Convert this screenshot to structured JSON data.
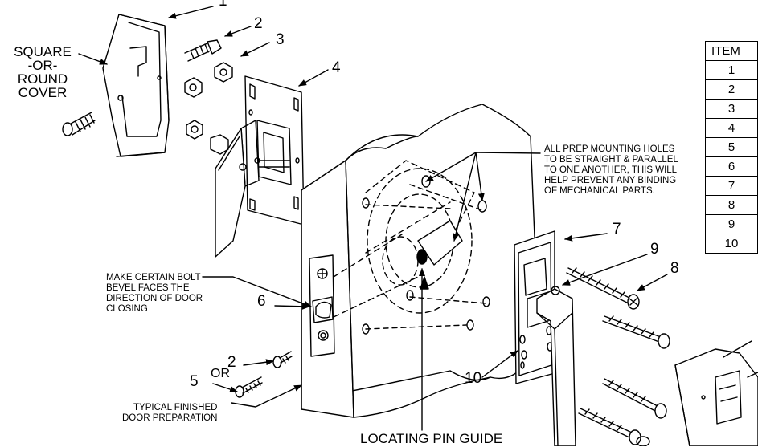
{
  "callouts": {
    "n1": "1",
    "n2": "2",
    "n3": "3",
    "n4": "4",
    "n5": "5",
    "n6": "6",
    "n7": "7",
    "n8": "8",
    "n9": "9",
    "n10": "10",
    "n2b": "2",
    "or": "OR"
  },
  "cover_label": [
    "SQUARE",
    "-OR-",
    "ROUND",
    "COVER"
  ],
  "prep_note": [
    "ALL PREP MOUNTING HOLES",
    "TO BE STRAIGHT & PARALLEL",
    "TO ONE ANOTHER, THIS WILL",
    "HELP PREVENT ANY BINDING",
    "OF MECHANICAL PARTS."
  ],
  "bolt_note": [
    "MAKE CERTAIN BOLT",
    "BEVEL FACES THE",
    "DIRECTION OF DOOR",
    "CLOSING"
  ],
  "finish_note": [
    "TYPICAL FINISHED",
    "DOOR PREPARATION"
  ],
  "pin_guide": "LOCATING PIN GUIDE",
  "table": {
    "header": "ITEM",
    "rows": [
      "1",
      "2",
      "3",
      "4",
      "5",
      "6",
      "7",
      "8",
      "9",
      "10"
    ]
  }
}
